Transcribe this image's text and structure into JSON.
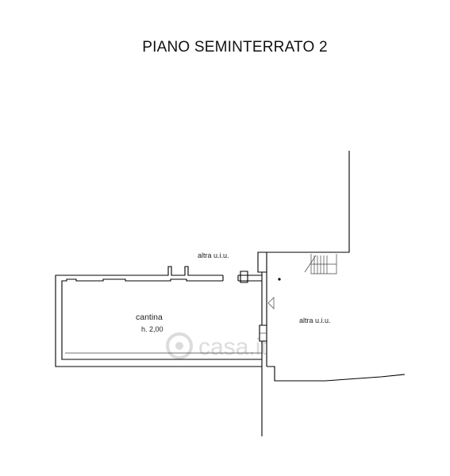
{
  "title": "PIANO SEMINTERRATO 2",
  "labels": {
    "altra_uiu_top": "altra u.i.u.",
    "altra_uiu_right": "altra u.i.u.",
    "cantina": "cantina",
    "cantina_height": "h. 2,00"
  },
  "watermark": "casa.it",
  "colors": {
    "walls": "#000000",
    "watermark": "#d9d9d9"
  }
}
